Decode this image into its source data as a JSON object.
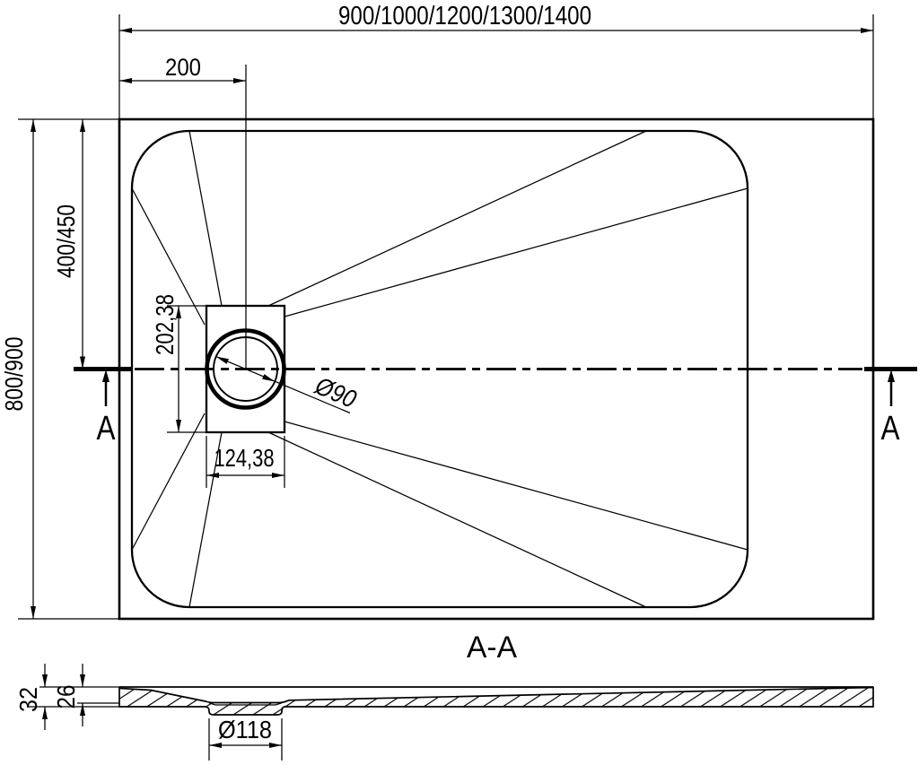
{
  "drawing": {
    "top_view": {
      "width_dim": "900/1000/1200/1300/1400",
      "drain_offset_dim": "200",
      "height_dim": "800/900",
      "half_height_dim": "400/450",
      "drain_box_height_dim": "202,38",
      "drain_box_width_dim": "124,38",
      "drain_diameter_dim": "Ø90",
      "section_marker_left": "A",
      "section_marker_right": "A"
    },
    "section_view": {
      "title": "A-A",
      "total_height_dim": "32",
      "inner_depth_dim": "26",
      "drain_hole_dim": "Ø118"
    },
    "colors": {
      "line": "#000000",
      "background": "#ffffff"
    }
  }
}
